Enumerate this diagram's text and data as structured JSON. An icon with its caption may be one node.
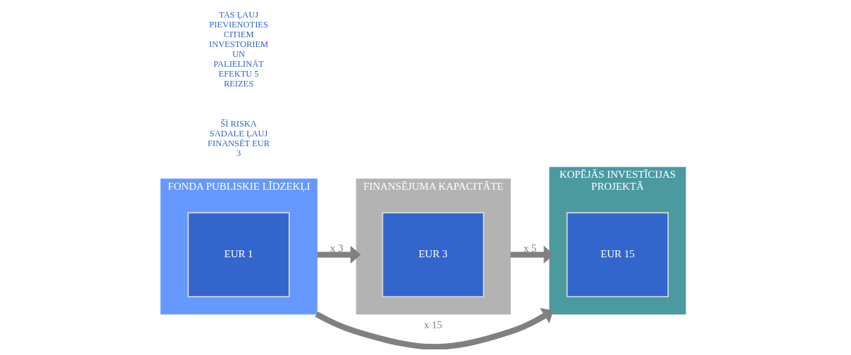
{
  "diagram": {
    "nodes": [
      {
        "text": [
          "FONDA PUBLISKIE LĪDZEKĻI"
        ]
      },
      {
        "text": [
          "EUR 1"
        ],
        "in": 0
      },
      {
        "text": [
          "FINANSĒJUMA KAPACITĀTE"
        ]
      },
      {
        "text": [
          "EUR 3"
        ],
        "in": 2
      },
      {
        "text": [
          "KOPĒJĀS INVESTĪCIJAS PROJEKTĀ"
        ]
      },
      {
        "text": [
          "EUR 15"
        ],
        "in": 4
      }
    ],
    "edges": [
      {
        "from": 0,
        "to": 2,
        "arrow": "to",
        "label": "x 3"
      },
      {
        "from": 2,
        "to": 4,
        "arrow": "to",
        "label": "x 5"
      },
      {
        "from": 0,
        "to": 4,
        "arrow": "to",
        "label": "x 15"
      }
    ],
    "labels": [
      "ŠĪ RISKA SADALE ĻAUJ FINANSĒT EUR 3",
      "TAS ĻAUJ PIEVIENOTIES CITIEM INVESTORIEM UN PALIELINĀT EFEKTU 5 REIZES"
    ]
  }
}
